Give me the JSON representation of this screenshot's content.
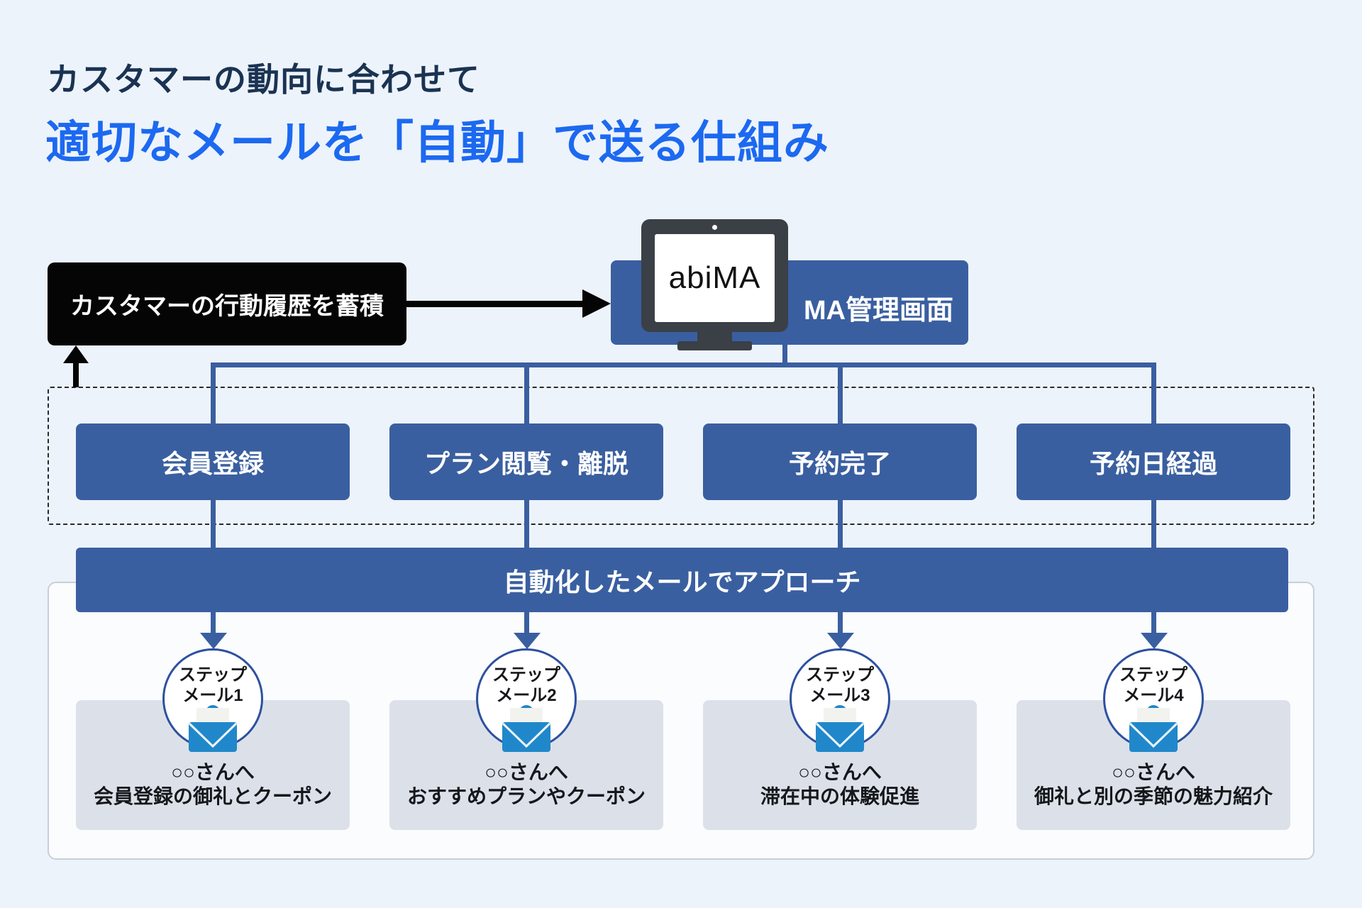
{
  "title": {
    "line1": "カスタマーの動向に合わせて",
    "line2": "適切なメールを「自動」で送る仕組み"
  },
  "source_box": {
    "label": "カスタマーの行動履歴を蓄積"
  },
  "ma": {
    "monitor_text": "abiMA",
    "label": "MA管理画面"
  },
  "events": [
    {
      "label": "会員登録"
    },
    {
      "label": "プラン閲覧・離脱"
    },
    {
      "label": "予約完了"
    },
    {
      "label": "予約日経過"
    }
  ],
  "approach_bar": {
    "label": "自動化したメールでアプローチ"
  },
  "mail_steps": [
    {
      "circle_line1": "ステップ",
      "circle_line2": "メール1",
      "desc_line1": "○○さんへ",
      "desc_line2": "会員登録の御礼とクーポン"
    },
    {
      "circle_line1": "ステップ",
      "circle_line2": "メール2",
      "desc_line1": "○○さんへ",
      "desc_line2": "おすすめプランやクーポン"
    },
    {
      "circle_line1": "ステップ",
      "circle_line2": "メール3",
      "desc_line1": "○○さんへ",
      "desc_line2": "滞在中の体験促進"
    },
    {
      "circle_line1": "ステップ",
      "circle_line2": "メール4",
      "desc_line1": "○○さんへ",
      "desc_line2": "御礼と別の季節の魅力紹介"
    }
  ],
  "icons": {
    "monitor": "monitor-icon",
    "envelope": "envelope-icon"
  },
  "colors": {
    "background": "#edf3fb",
    "title_navy": "#1a3352",
    "title_blue": "#1c69f1",
    "box_blue": "#3a5fa0",
    "black": "#050505",
    "gray_card": "#dce1e9",
    "envelope_blue": "#2088ca",
    "circle_border": "#2d50a0"
  }
}
